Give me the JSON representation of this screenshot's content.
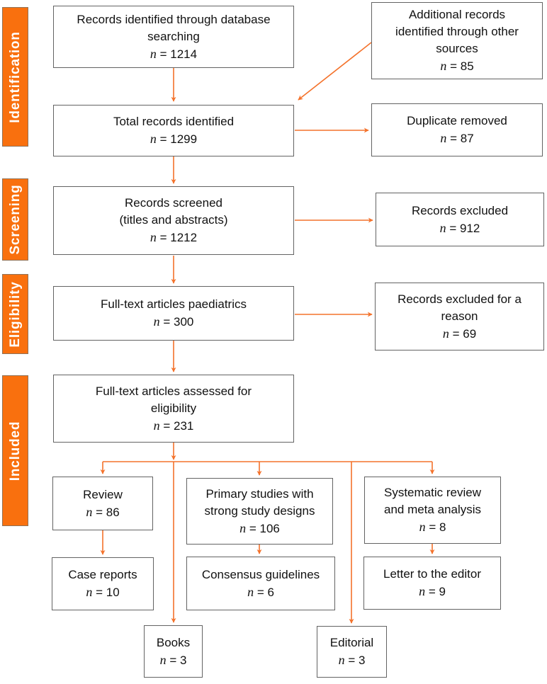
{
  "labels": {
    "n": "n"
  },
  "stages": [
    {
      "label": "Identification"
    },
    {
      "label": "Screening"
    },
    {
      "label": "Eligibility"
    },
    {
      "label": "Included"
    }
  ],
  "boxes": {
    "records_identified": {
      "lines": [
        "Records identified through database",
        "searching"
      ],
      "count": "= 1214"
    },
    "additional_records": {
      "lines": [
        "Additional records",
        "identified through other",
        "sources"
      ],
      "count": "= 85"
    },
    "total_records": {
      "lines": [
        "Total records identified"
      ],
      "count": "= 1299"
    },
    "duplicate_removed": {
      "lines": [
        "Duplicate removed"
      ],
      "count": "= 87"
    },
    "records_screened": {
      "lines": [
        "Records screened",
        "(titles and abstracts)"
      ],
      "count": "= 1212"
    },
    "records_excluded": {
      "lines": [
        "Records excluded"
      ],
      "count": "= 912"
    },
    "fulltext_paediatrics": {
      "lines": [
        "Full-text articles paediatrics"
      ],
      "count": "= 300"
    },
    "excluded_reason": {
      "lines": [
        "Records excluded for a",
        "reason"
      ],
      "count": "= 69"
    },
    "fulltext_assessed": {
      "lines": [
        "Full-text articles assessed for",
        "eligibility"
      ],
      "count": "= 231"
    },
    "review": {
      "lines": [
        "Review"
      ],
      "count": "= 86"
    },
    "primary_studies": {
      "lines": [
        "Primary studies with",
        "strong study designs"
      ],
      "count": "= 106"
    },
    "systematic_review": {
      "lines": [
        "Systematic review",
        "and meta analysis"
      ],
      "count": "= 8"
    },
    "case_reports": {
      "lines": [
        "Case reports"
      ],
      "count": "= 10"
    },
    "consensus_guidelines": {
      "lines": [
        "Consensus guidelines"
      ],
      "count": "= 6"
    },
    "letter_editor": {
      "lines": [
        "Letter to the editor"
      ],
      "count": "= 9"
    },
    "books": {
      "lines": [
        "Books"
      ],
      "count": "= 3"
    },
    "editorial": {
      "lines": [
        "Editorial"
      ],
      "count": "= 3"
    }
  },
  "colors": {
    "stage_fill": "#f9700e",
    "arrow_orange": "#f4722b",
    "box_border": "#636363",
    "text": "#111111"
  }
}
